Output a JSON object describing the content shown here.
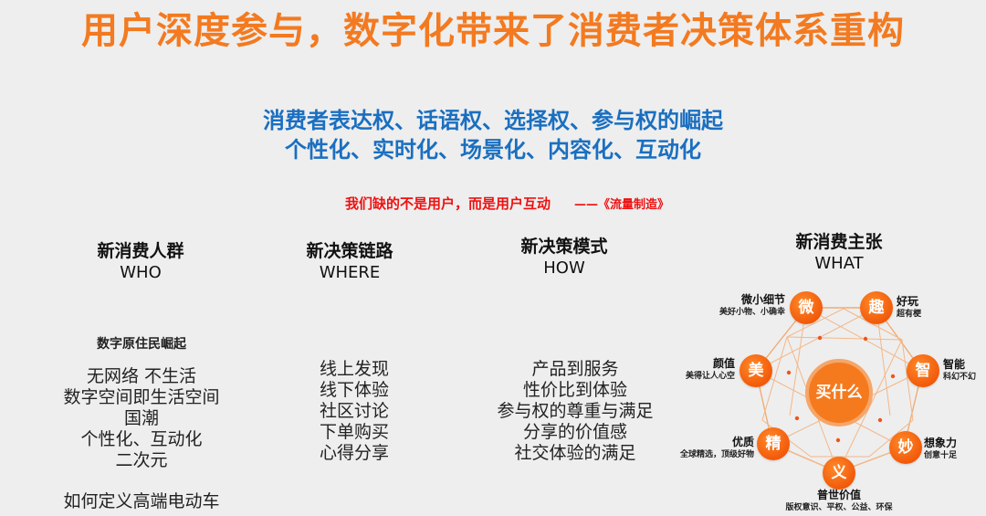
{
  "title": "用户深度参与，数字化带来了消费者决策体系重构",
  "subtitle": {
    "line1": "消费者表达权、话语权、选择权、参与权的崛起",
    "line2": "个性化、实时化、场景化、内容化、互动化"
  },
  "quote": {
    "text": "我们缺的不是用户，而是用户互动",
    "source": "——《流量制造》"
  },
  "columns": [
    {
      "title_cn": "新消费人群",
      "title_en": "WHO",
      "heading": "数字原住民崛起",
      "lines": [
        "无网络 不生活",
        "数字空间即生活空间",
        "国潮",
        "个性化、互动化",
        "二次元"
      ],
      "footer": "如何定义高端电动车"
    },
    {
      "title_cn": "新决策链路",
      "title_en": "WHERE",
      "lines": [
        "线上发现",
        "线下体验",
        "社区讨论",
        "下单购买",
        "心得分享"
      ]
    },
    {
      "title_cn": "新决策模式",
      "title_en": "HOW",
      "lines": [
        "产品到服务",
        "性价比到体验",
        "参与权的尊重与满足",
        "分享的价值感",
        "社交体验的满足"
      ]
    },
    {
      "title_cn": "新消费主张",
      "title_en": "WHAT"
    }
  ],
  "diagram": {
    "center": "买什么",
    "nodes": [
      {
        "char": "微",
        "title": "微小细节",
        "sub": "美好小物、小确幸"
      },
      {
        "char": "趣",
        "title": "好玩",
        "sub": "超有梗"
      },
      {
        "char": "智",
        "title": "智能",
        "sub": "科幻不幻"
      },
      {
        "char": "妙",
        "title": "想象力",
        "sub": "创意十足"
      },
      {
        "char": "义",
        "title": "普世价值",
        "sub": "版权意识、平权、公益、环保"
      },
      {
        "char": "精",
        "title": "优质",
        "sub": "全球精选，顶级好物"
      },
      {
        "char": "美",
        "title": "颜值",
        "sub": "美得让人心空"
      }
    ],
    "colors": {
      "node": "#f25a0a",
      "center": "#f57a1e",
      "line": "#f3b27f",
      "dot": "#f0541a"
    }
  },
  "colors": {
    "title": "#f37a20",
    "subtitle": "#1a6fc0",
    "quote": "#ee1111",
    "background": "#eeeeee"
  }
}
